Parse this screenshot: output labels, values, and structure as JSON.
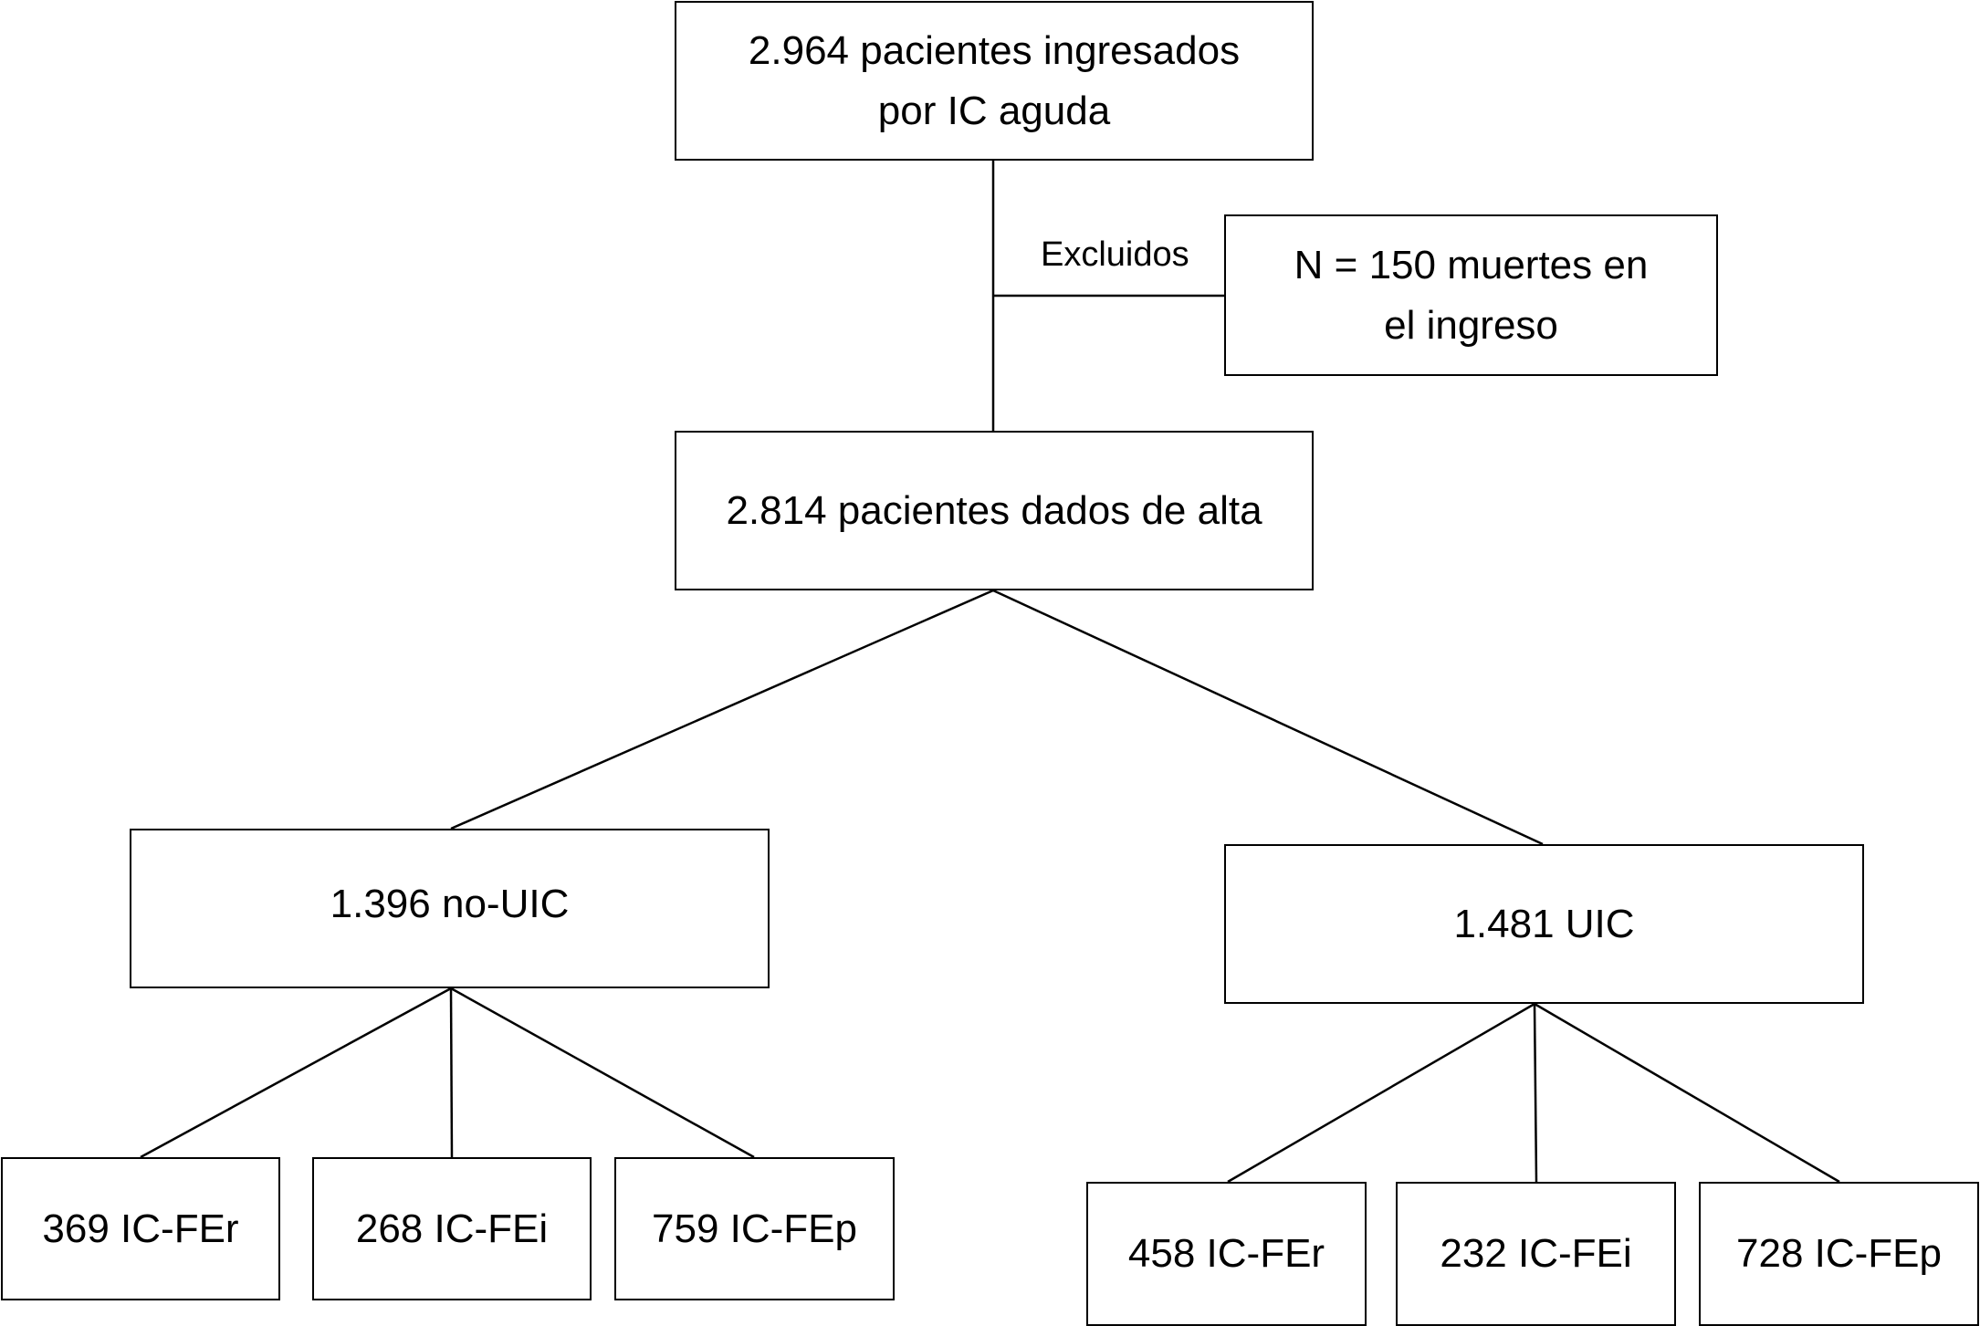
{
  "nodes": {
    "admitted": "2.964 pacientes ingresados por IC aguda",
    "deaths": "N = 150 muertes en el ingreso",
    "discharged": "2.814 pacientes dados de alta",
    "no_uic": "1.396 no-UIC",
    "uic": "1.481 UIC",
    "no_uic_fer": "369 IC-FEr",
    "no_uic_fei": "268 IC-FEi",
    "no_uic_fep": "759 IC-FEp",
    "uic_fer": "458 IC-FEr",
    "uic_fei": "232 IC-FEi",
    "uic_fep": "728 IC-FEp"
  },
  "labels": {
    "excluded": "Excluidos"
  }
}
